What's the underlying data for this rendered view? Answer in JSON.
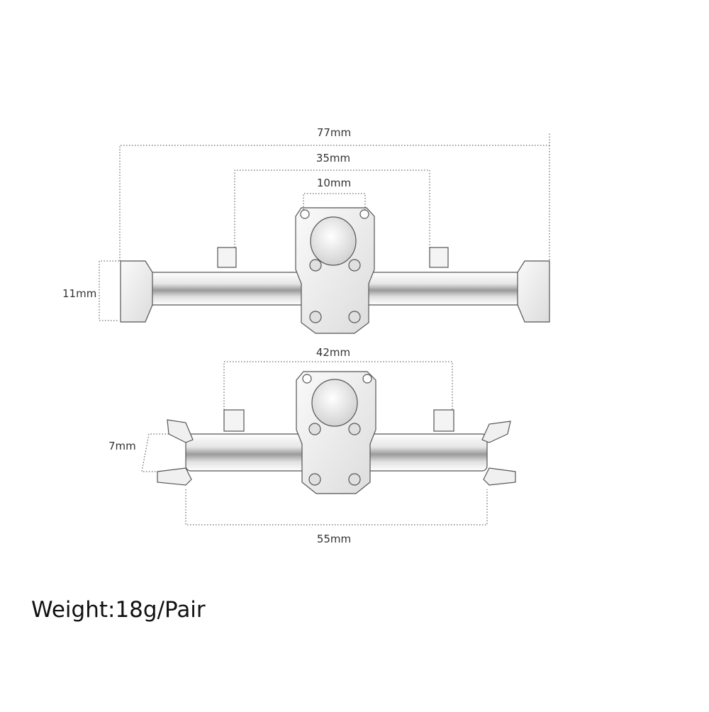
{
  "dimensions": {
    "rear_overall": "77mm",
    "rear_link_mounts": "35mm",
    "rear_cover_bolts": "10mm",
    "rear_tube_height": "11mm",
    "front_link_mounts": "42mm",
    "front_knuckle_gap": "7mm",
    "front_overall": "55mm"
  },
  "weight": "Weight:18g/Pair",
  "colors": {
    "dimension_line": "#444444",
    "axle_body": "#f2f2f2",
    "axle_shade": "#bdbdbd",
    "outline": "#555555",
    "text": "#333333"
  }
}
